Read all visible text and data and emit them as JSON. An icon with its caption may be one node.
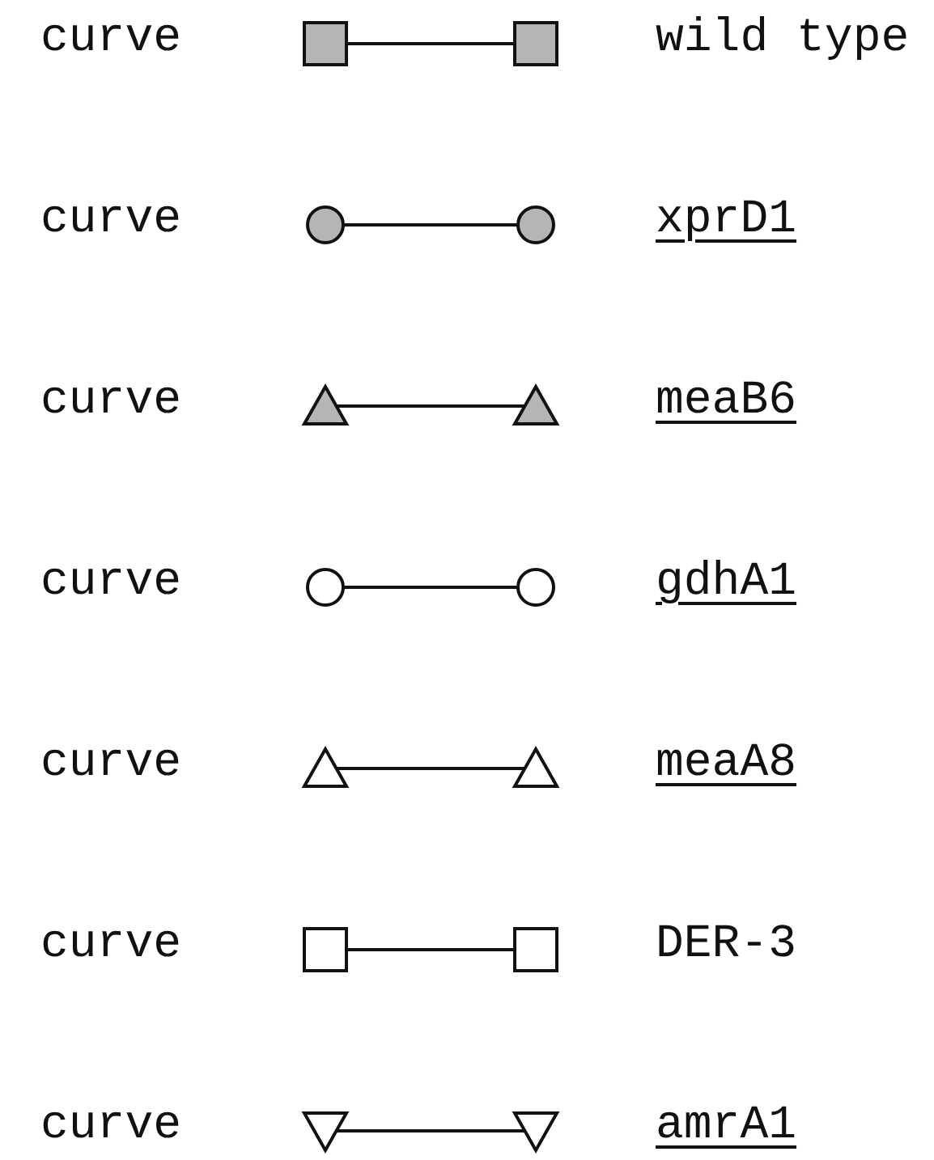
{
  "diagram": {
    "labels": [
      "curve",
      "curve",
      "curve",
      "curve",
      "curve",
      "curve",
      "curve"
    ],
    "legend": [
      {
        "text": "wild type"
      },
      {
        "text": "xprD1"
      },
      {
        "text": "meaB6"
      },
      {
        "text": "gdhA1"
      },
      {
        "text": "meaA8"
      },
      {
        "text": "DER-3"
      },
      {
        "text": "amrA1"
      }
    ]
  }
}
